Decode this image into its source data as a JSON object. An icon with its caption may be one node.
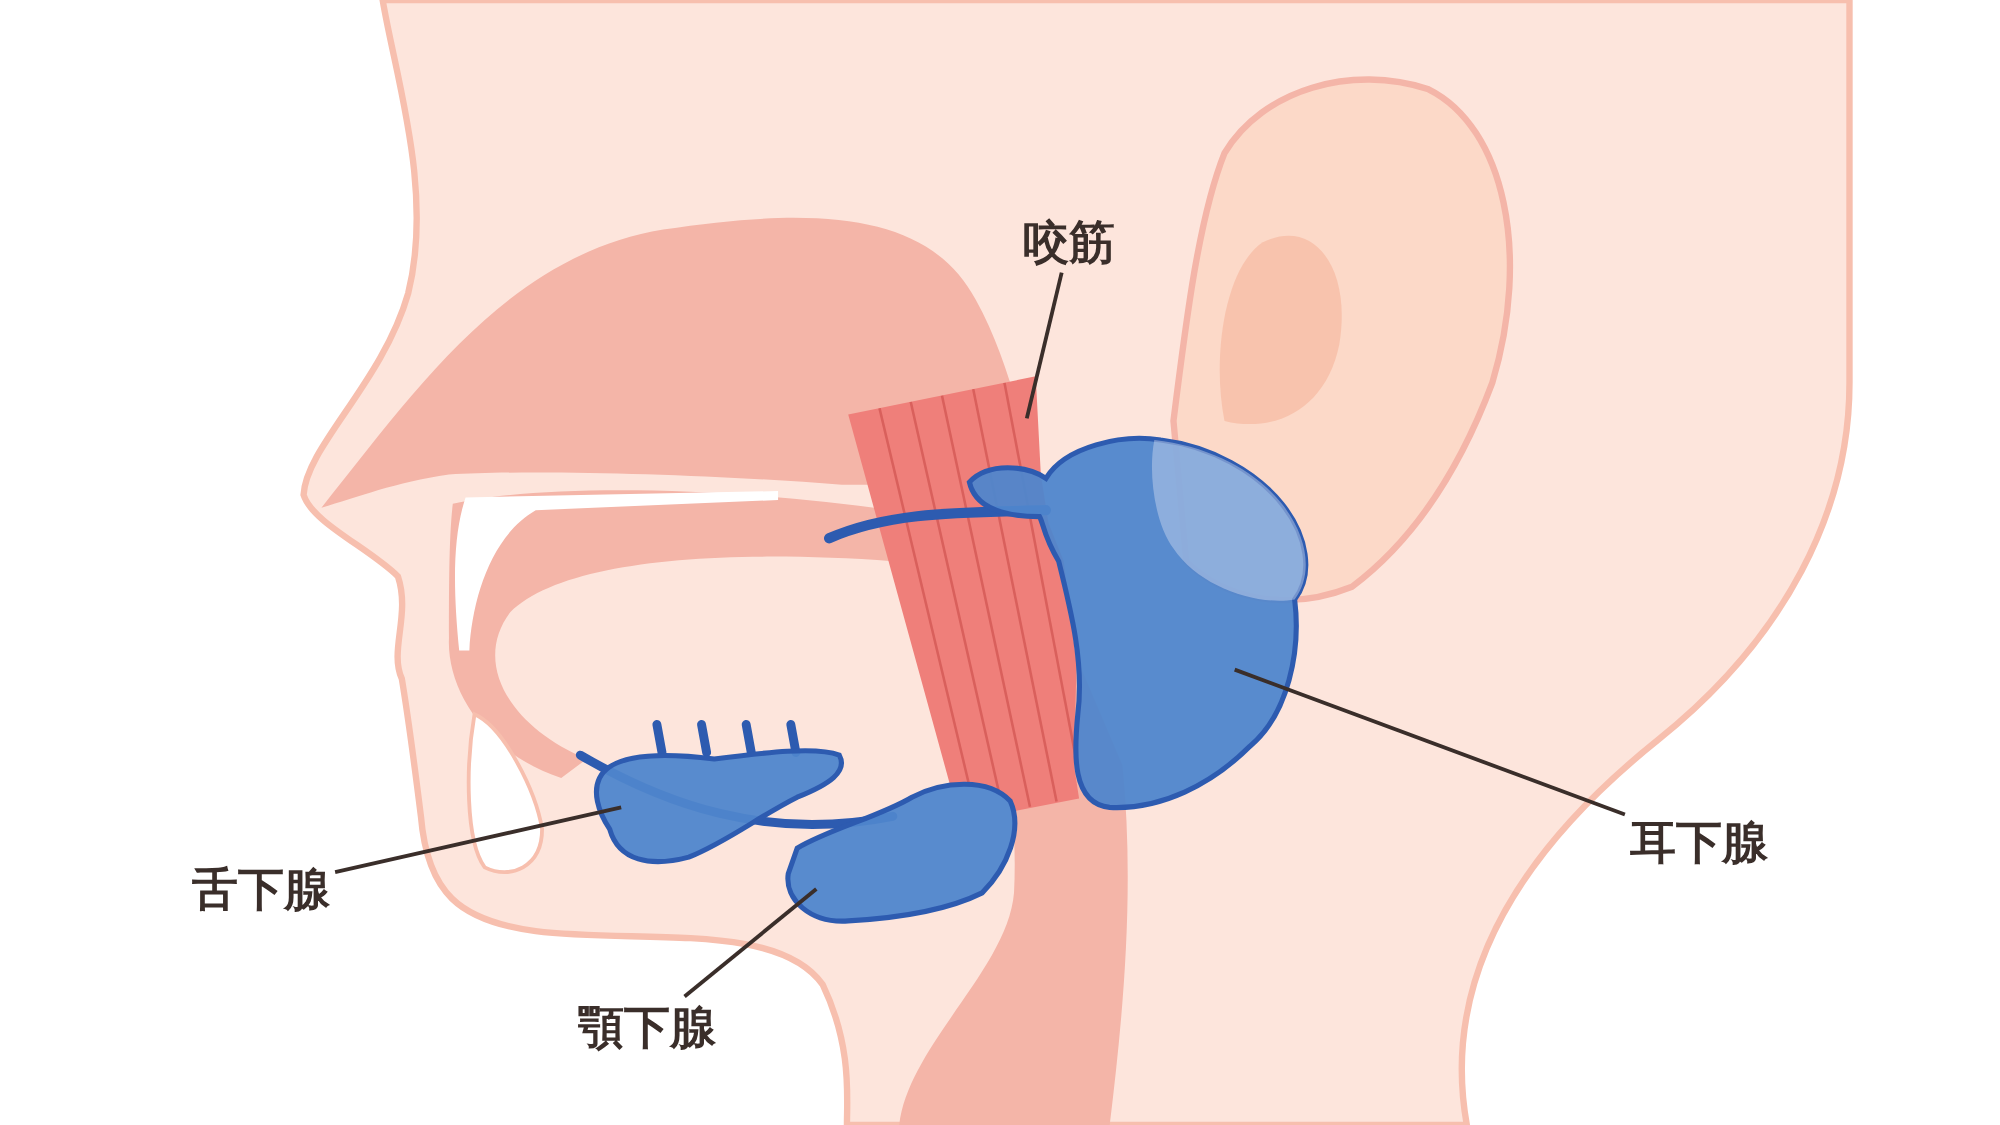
{
  "diagram": {
    "nodes": [
      {
        "text": [
          "咬筋"
        ]
      },
      {
        "text": [
          "耳下腺"
        ]
      },
      {
        "text": [
          "舌下腺"
        ]
      },
      {
        "text": [
          "顎下腺"
        ]
      },
      {
        "text": [],
        "shape": "picture"
      },
      {
        "text": [],
        "shape": "picture"
      },
      {
        "text": [],
        "shape": "picture"
      },
      {
        "text": [],
        "shape": "picture"
      }
    ],
    "edges": [
      {
        "from": 0,
        "to": 4,
        "arrow": "none"
      },
      {
        "from": 1,
        "to": 5,
        "arrow": "none"
      },
      {
        "from": 2,
        "to": 6,
        "arrow": "none"
      },
      {
        "from": 3,
        "to": 7,
        "arrow": "none"
      }
    ]
  }
}
